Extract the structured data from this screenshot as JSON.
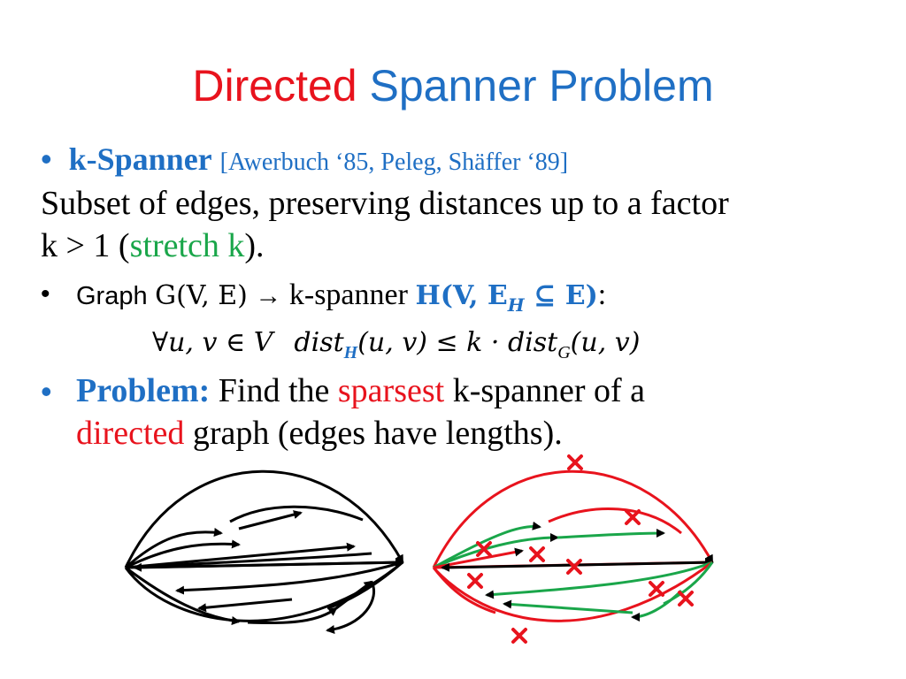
{
  "title": {
    "part1": "Directed",
    "part2": "Spanner Problem"
  },
  "bullet1": {
    "term": "k-Spanner",
    "reference": "[Awerbuch ‘85, Peleg, Shäffer ‘89]"
  },
  "definition": {
    "line1": "Subset of edges, preserving distances up to a factor",
    "line2_prefix": "k > 1 (",
    "line2_highlight": "stretch k",
    "line2_suffix": ")."
  },
  "bullet2": {
    "prefix": "Graph",
    "graph": "G(V, E)",
    "arrow": "→",
    "middle": "k-spanner",
    "spanner": "H(V, E",
    "spanner_sub": "H",
    "spanner_rest": " ⊆ E)",
    "colon": ":"
  },
  "formula": {
    "forall": "∀u, v ∈ V",
    "lhs": "dist",
    "lhs_sub": "H",
    "lhs_args": "(u, v) ≤ k · dist",
    "rhs_sub": "G",
    "rhs_args": "(u, v)"
  },
  "problem": {
    "label": "Problem:",
    "text1": " Find the ",
    "sparsest": "sparsest",
    "text2": " k-spanner of a",
    "directed": "directed",
    "text3": " graph (edges have lengths)."
  },
  "colors": {
    "red": "#e8131d",
    "blue": "#1f6fc4",
    "green": "#1aa64a"
  }
}
